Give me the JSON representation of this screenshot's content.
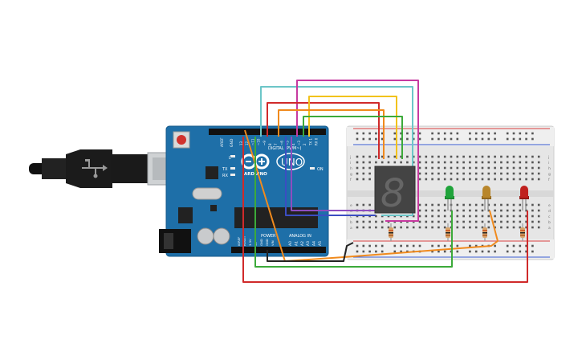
{
  "board": {
    "brand": "ARDUINO",
    "model": "UNO",
    "aref_label": "AREF",
    "gnd_label": "GND",
    "digital_label": "DIGITAL (PWM~)",
    "power_label": "POWER",
    "analog_label": "ANALOG IN",
    "on_label": "ON",
    "tx_label": "TX",
    "rx_label": "RX",
    "l_label": "L",
    "digital_pins": [
      "13",
      "12",
      "~11",
      "~10",
      "~9",
      "8",
      "7",
      "~6",
      "~5",
      "4",
      "~3",
      "2",
      "TX 1",
      "RX 0"
    ],
    "power_pins": [
      "IOREF",
      "RESET",
      "3.3V",
      "5V",
      "GND",
      "GND",
      "VIN"
    ],
    "analog_pins": [
      "A0",
      "A1",
      "A2",
      "A3",
      "A4",
      "A5"
    ],
    "color": "#1e6fa8"
  },
  "breadboard": {
    "row_letters_top": [
      "j",
      "i",
      "h",
      "g",
      "f"
    ],
    "row_letters_bottom": [
      "e",
      "d",
      "c",
      "b",
      "a"
    ],
    "column_count": 30
  },
  "leds": [
    {
      "name": "green-led",
      "color": "#1fa33a"
    },
    {
      "name": "yellow-led",
      "color": "#b8862b"
    },
    {
      "name": "red-led",
      "color": "#c0201e"
    }
  ],
  "display": {
    "digit": "8"
  },
  "wire_colors": {
    "cyan": "#6cc6c8",
    "magenta": "#c73aa0",
    "red": "#d02a2a",
    "yellow": "#f2c21b",
    "orange": "#f08a1d",
    "green": "#3caa3a",
    "blue": "#3b4dc2",
    "purple": "#8e4dbf",
    "black": "#222222"
  }
}
